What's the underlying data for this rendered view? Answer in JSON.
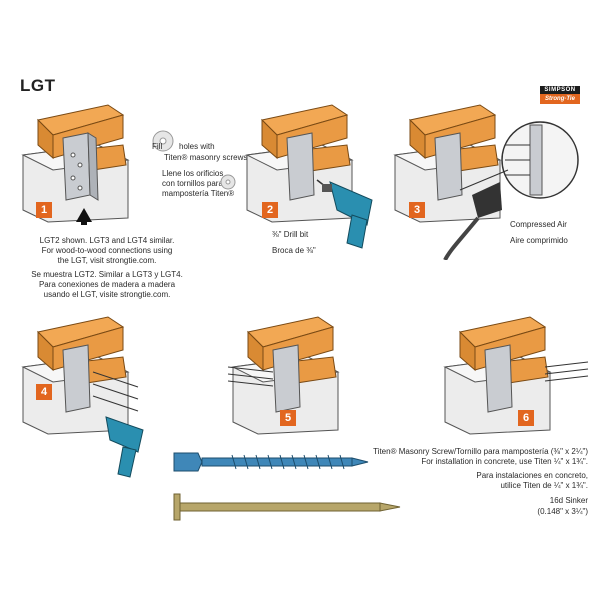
{
  "title": "LGT",
  "logo": {
    "brand": "SIMPSON",
    "sub": "Strong-Tie"
  },
  "steps": [
    "1",
    "2",
    "3",
    "4",
    "5",
    "6"
  ],
  "fill_note": {
    "en_a": "Fill",
    "en_b": "holes with",
    "en_c": "Titen® masonry screws.",
    "es_a": "Llene los orificios",
    "es_b": "con tornillos para",
    "es_c": "mampostería Titen®"
  },
  "step1_note": {
    "en_1": "LGT2 shown. LGT3 and LGT4 similar.",
    "en_2": "For wood-to-wood connections using",
    "en_3": "the LGT, visit strongtie.com.",
    "es_1": "Se muestra LGT2. Similar a LGT3 y LGT4.",
    "es_2": "Para conexiones de madera a madera",
    "es_3": "usando el LGT, visite strongtie.com."
  },
  "step2_note": {
    "en": "⅜\" Drill bit",
    "es": "Broca de ⅜\""
  },
  "step3_note": {
    "en": "Compressed Air",
    "es": "Aire comprimido"
  },
  "screw_note": {
    "en_1": "Titen® Masonry Screw/Tornillo para mampostería (⅜\" x 2¼\")",
    "en_2": "For installation in concrete, use Titen ¼\" x 1¾\".",
    "es_1": "Para instalaciones en concreto,",
    "es_2": "utilice Titen de ¼\" x 1¾\"."
  },
  "nail_note": {
    "name": "16d Sinker",
    "size": "(0.148\" x 3¼\")"
  },
  "colors": {
    "accent": "#e2661f",
    "wood": "#f2a854",
    "metal": "#c9ccd1",
    "drill": "#2a8fb0",
    "screw": "#3f87b8",
    "nail": "#b7a66a"
  }
}
